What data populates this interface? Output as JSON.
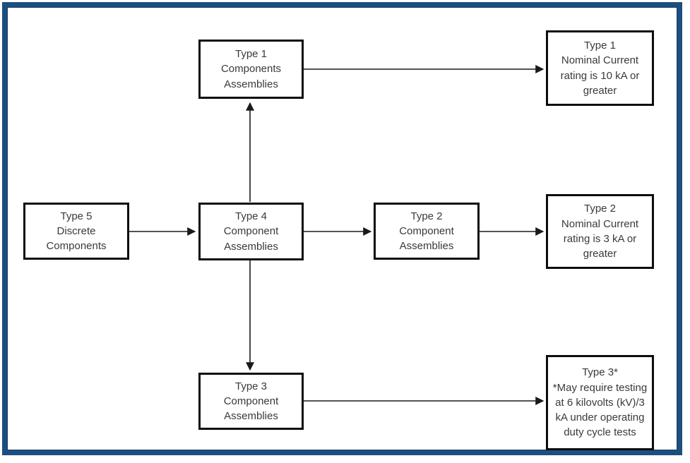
{
  "diagram": {
    "description": "Component type classification flowchart",
    "frame_color": "#1d4e80",
    "box_border_color": "#0d0d0d",
    "line_color": "#1a1a1a",
    "text_color": "#3a3a3a",
    "nodes": [
      {
        "id": "type1-assemblies",
        "label": "Type 1\nComponents\nAssemblies"
      },
      {
        "id": "type1-rating",
        "label": "Type 1\nNominal Current\nrating is 10 kA or\ngreater"
      },
      {
        "id": "type5-discrete",
        "label": "Type 5\nDiscrete\nComponents"
      },
      {
        "id": "type4-assemblies",
        "label": "Type 4\nComponent\nAssemblies"
      },
      {
        "id": "type2-assemblies",
        "label": "Type 2\nComponent\nAssemblies"
      },
      {
        "id": "type2-rating",
        "label": "Type 2\nNominal Current\nrating is 3 kA or\ngreater"
      },
      {
        "id": "type3-assemblies",
        "label": "Type 3\nComponent\nAssemblies"
      },
      {
        "id": "type3-rating",
        "label": "Type 3*\n*May require testing\nat 6 kilovolts (kV)/3\nkA under operating\nduty cycle tests"
      }
    ],
    "edges": [
      {
        "from": "type5-discrete",
        "to": "type4-assemblies",
        "direction": "right"
      },
      {
        "from": "type4-assemblies",
        "to": "type1-assemblies",
        "direction": "up"
      },
      {
        "from": "type4-assemblies",
        "to": "type2-assemblies",
        "direction": "right"
      },
      {
        "from": "type4-assemblies",
        "to": "type3-assemblies",
        "direction": "down"
      },
      {
        "from": "type1-assemblies",
        "to": "type1-rating",
        "direction": "right"
      },
      {
        "from": "type2-assemblies",
        "to": "type2-rating",
        "direction": "right"
      },
      {
        "from": "type3-assemblies",
        "to": "type3-rating",
        "direction": "right"
      }
    ]
  }
}
